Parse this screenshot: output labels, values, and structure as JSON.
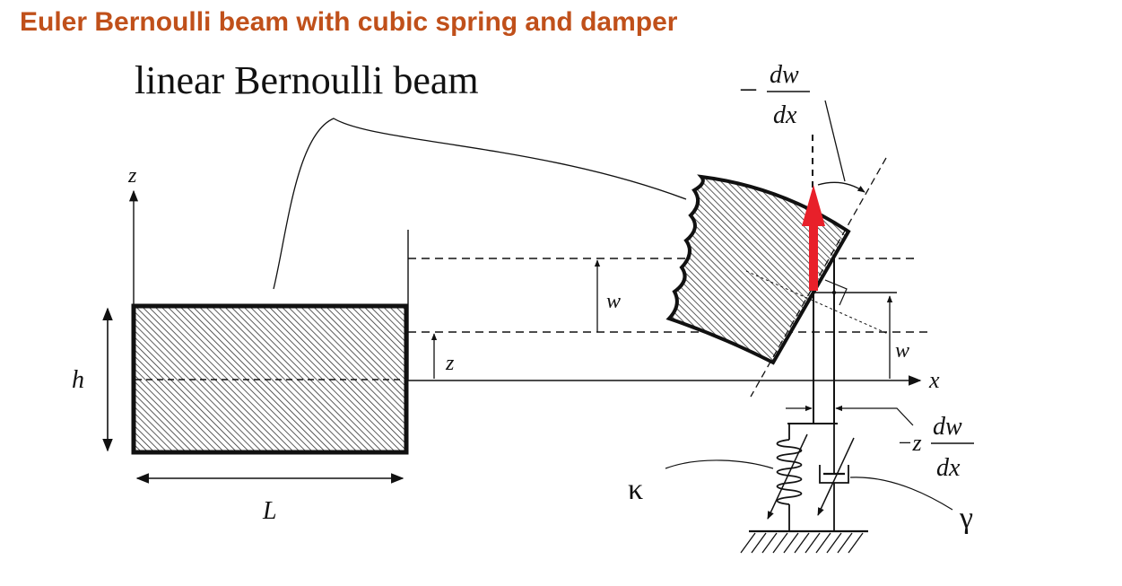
{
  "title": "Euler Bernoulli beam with cubic spring and damper",
  "labels": {
    "linear_beam": "linear Bernoulli beam",
    "z_axis": "z",
    "x_axis": "x",
    "h": "h",
    "L": "L",
    "w": "w",
    "z": "z",
    "minus": "–",
    "dw": "dw",
    "dx": "dx",
    "minus_z": "−z",
    "kappa": "κ",
    "gamma": "γ"
  },
  "colors": {
    "title": "#c0501a",
    "arrow": "#e8202a",
    "ink": "#111111"
  }
}
